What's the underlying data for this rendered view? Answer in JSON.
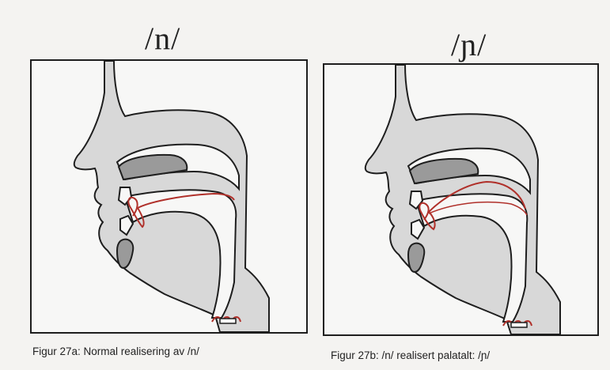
{
  "figure_a": {
    "phoneme": "/n/",
    "caption": "Figur 27a: Normal realisering av /n/"
  },
  "figure_b": {
    "phoneme": "/ɲ/",
    "caption": "Figur 27b: /n/ realisert palatalt: /ɲ/"
  },
  "colors": {
    "outline": "#1e1e1e",
    "head_fill": "#d8d8d8",
    "cavity_fill": "#f7f7f6",
    "dark_fill": "#9a9a9a",
    "tongue_line": "#b0302a"
  }
}
